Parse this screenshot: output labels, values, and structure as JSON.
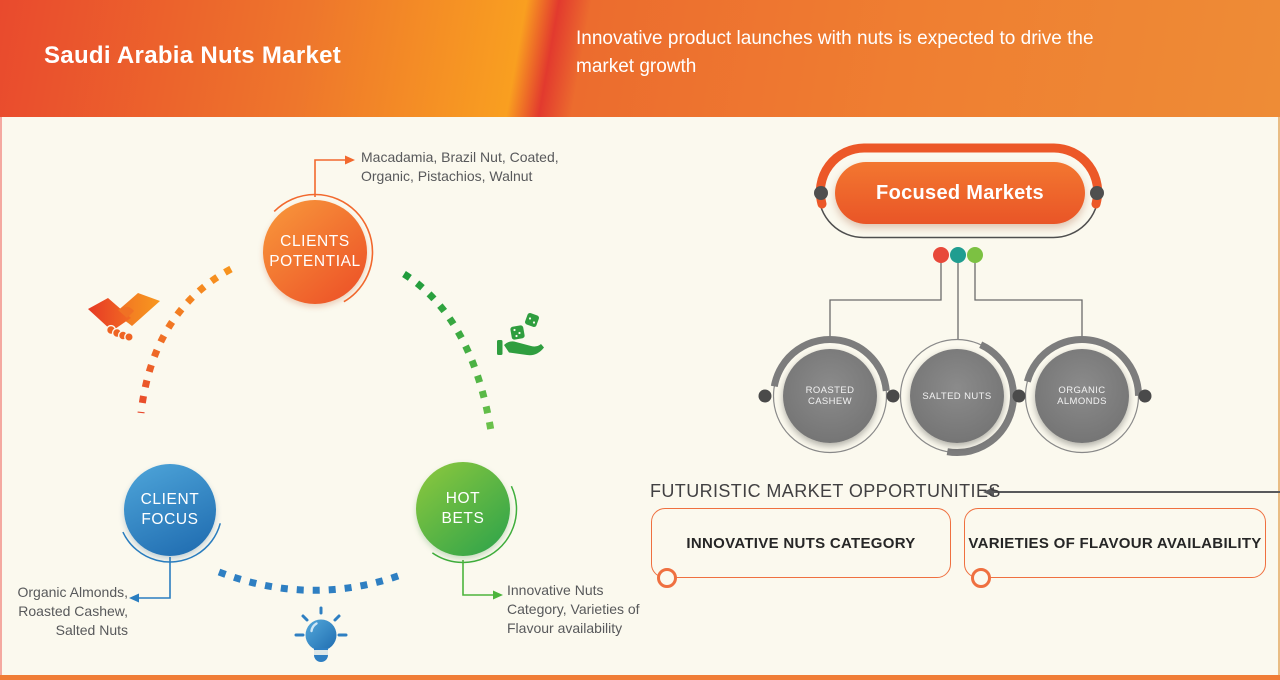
{
  "header": {
    "title": "Saudi Arabia Nuts Market",
    "subtitle": "Innovative product launches with nuts is expected to drive the\nmarket growth"
  },
  "cycle": {
    "clients_potential": {
      "label": "CLIENTS\nPOTENTIAL",
      "annotation": "Macadamia, Brazil Nut, Coated,\nOrganic, Pistachios, Walnut"
    },
    "client_focus": {
      "label": "CLIENT\nFOCUS",
      "annotation": "Organic Almonds,\nRoasted Cashew,\nSalted Nuts"
    },
    "hot_bets": {
      "label": "HOT\nBETS",
      "annotation": "Innovative Nuts\nCategory, Varieties of\nFlavour availability"
    },
    "icons": {
      "handshake": "handshake-icon",
      "dice_hand": "dice-hand-icon",
      "lightbulb": "lightbulb-icon"
    }
  },
  "focused_markets": {
    "title": "Focused Markets",
    "dot_colors": [
      "#e8493a",
      "#209d90",
      "#7cc142"
    ],
    "items": [
      {
        "label": "ROASTED CASHEW"
      },
      {
        "label": "SALTED NUTS"
      },
      {
        "label": "ORGANIC ALMONDS"
      }
    ]
  },
  "opportunities": {
    "heading": "FUTURISTIC MARKET OPPORTUNITIES",
    "boxes": [
      {
        "label": "INNOVATIVE NUTS CATEGORY"
      },
      {
        "label": "VARIETIES OF FLAVOUR AVAILABILITY"
      }
    ]
  },
  "colors": {
    "accent_orange": "#ee5f2a",
    "accent_blue": "#2e7fc2",
    "accent_green": "#3fae3c",
    "gray_node": "#7d7d7d",
    "text_dark": "#58595b",
    "background": "#fbf9ee"
  }
}
